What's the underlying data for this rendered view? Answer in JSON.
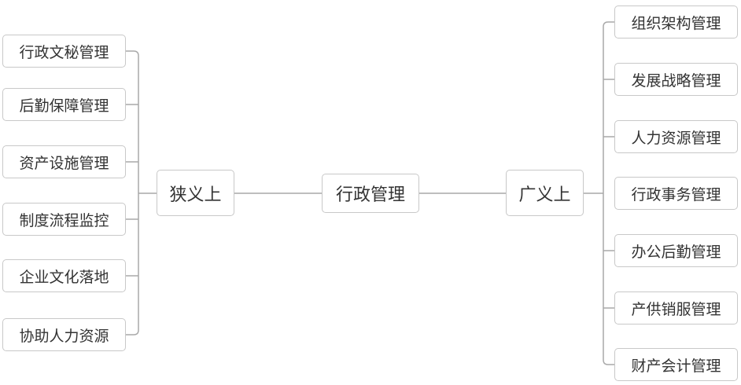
{
  "diagram": {
    "root": {
      "label": "行政管理"
    },
    "narrow": {
      "label": "狭义上",
      "items": [
        "行政文秘管理",
        "后勤保障管理",
        "资产设施管理",
        "制度流程监控",
        "企业文化落地",
        "协助人力资源"
      ]
    },
    "broad": {
      "label": "广义上",
      "items": [
        "组织架构管理",
        "发展战略管理",
        "人力资源管理",
        "行政事务管理",
        "办公后勤管理",
        "产供销服管理",
        "财产会计管理"
      ]
    },
    "line_color": "#a9a9a9",
    "border_color": "#c8c8c8",
    "text_color": "#333333"
  }
}
